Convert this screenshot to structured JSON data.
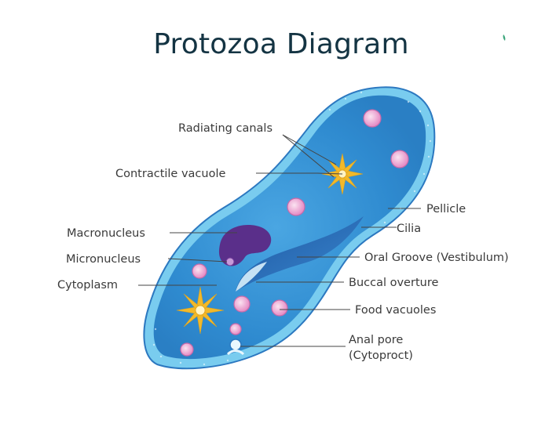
{
  "title": "Protozoa Diagram",
  "labels": {
    "radiating_canals": "Radiating canals",
    "contractile_vacuole": "Contractile vacuole",
    "pellicle": "Pellicle",
    "cilia": "Cilia",
    "macronucleus": "Macronucleus",
    "micronucleus": "Micronucleus",
    "oral_groove": "Oral Groove (Vestibulum)",
    "cytoplasm": "Cytoplasm",
    "buccal_overture": "Buccal overture",
    "food_vacuoles": "Food vacuoles",
    "anal_pore_line1": "Anal pore",
    "anal_pore_line2": "(Cytoproct)"
  },
  "colors": {
    "title": "#143443",
    "cell_outer": "#6fc6ec",
    "cell_inner": "#2d86cc",
    "nucleus": "#5a2f8a",
    "vacuole_star": "#f2b92a",
    "food_vacuole": "#ee9ad0"
  }
}
